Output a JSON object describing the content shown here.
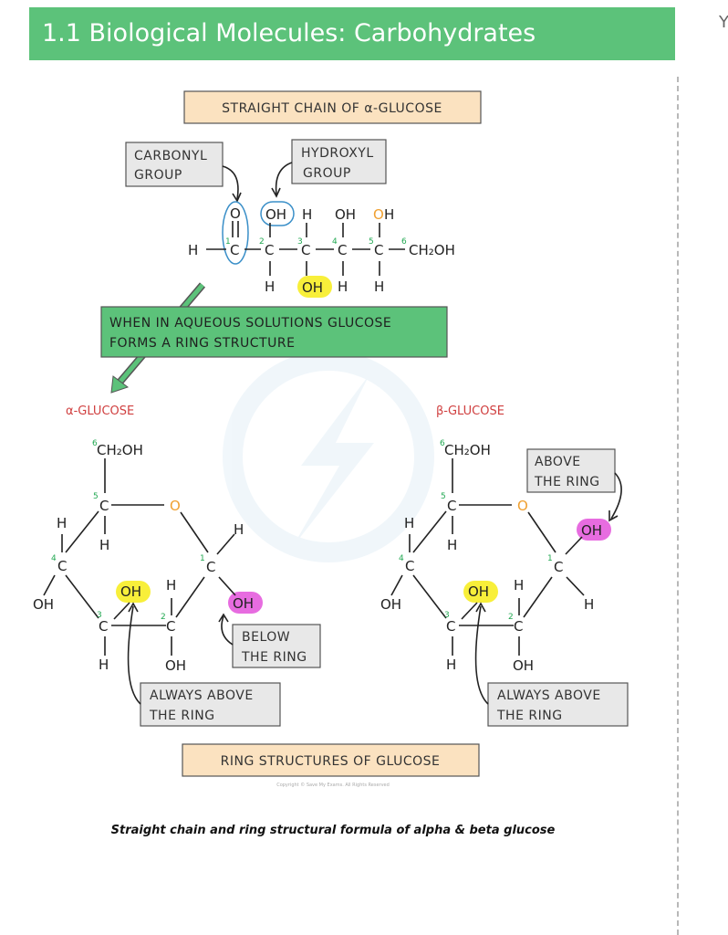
{
  "header": {
    "title": "1.1 Biological Molecules: Carbohydrates"
  },
  "stray_char": "Y",
  "caption": "Straight chain and ring structural formula of alpha & beta glucose",
  "copyright": "Copyright © Save My Exams. All Rights Reserved",
  "colors": {
    "header_bg": "#5cc27a",
    "orange_box": "#fbe2c0",
    "green_box": "#5cc27a",
    "callout_box": "#e8e8e8",
    "carbonyl_circle": "#3a8fc8",
    "yellow_highlight": "#f8ef3a",
    "pink_highlight": "#e76ce0",
    "ring_oxygen": "#f0a030",
    "carbon_number": "#22a852",
    "anomer_label": "#d04040"
  },
  "diagram": {
    "title": "STRAIGHT CHAIN OF α-GLUCOSE",
    "carbonyl_line1": "CARBONYL",
    "carbonyl_line2": "GROUP",
    "hydroxyl_line1": "HYDROXYL",
    "hydroxyl_line2": "GROUP",
    "aqueous_line1": "WHEN IN AQUEOUS SOLUTIONS GLUCOSE",
    "aqueous_line2": "FORMS A RING STRUCTURE",
    "alpha_label": "α-GLUCOSE",
    "beta_label": "β-GLUCOSE",
    "below_line1": "BELOW",
    "below_line2": "THE RING",
    "above_line1": "ABOVE",
    "above_line2": "THE RING",
    "always_line1": "ALWAYS ABOVE",
    "always_line2": "THE RING",
    "ring_title": "RING STRUCTURES OF GLUCOSE",
    "chain": {
      "H": "H",
      "O": "O",
      "OH": "OH",
      "C": "C",
      "CH2OH": "CH₂OH",
      "n1": "1",
      "n2": "2",
      "n3": "3",
      "n4": "4",
      "n5": "5",
      "n6": "6"
    }
  }
}
